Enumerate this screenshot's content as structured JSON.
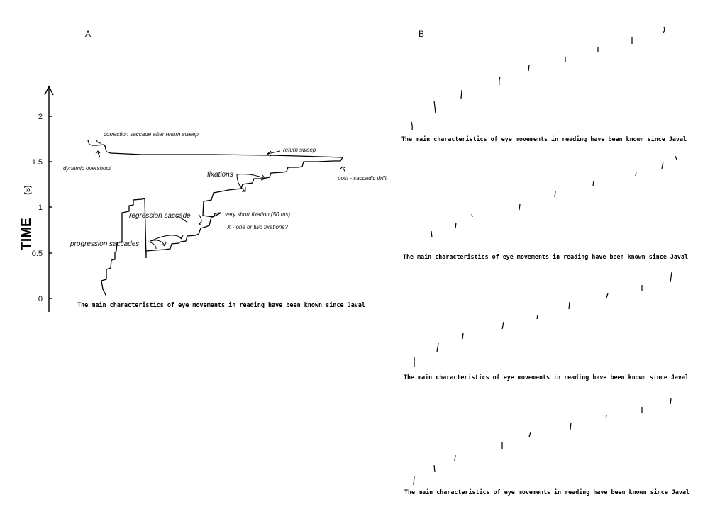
{
  "panel_a": {
    "label": "A",
    "axis_title": "TIME",
    "axis_unit": "(s)",
    "ticks": [
      "0",
      "0.5",
      "1",
      "1.5",
      "2"
    ],
    "sentence": "The main characteristics of eye movements in reading have been known since Javal",
    "annotations": {
      "correction_saccade": "correction saccade after return sweep",
      "dynamic_overshoot": "dynamic overshoot",
      "return_sweep": "return sweep",
      "post_saccadic_drift": "post - saccadic drift",
      "fixations": "fixations",
      "regression_saccade": "regression saccade",
      "short_fixation": "very short fixation (50 ms)",
      "one_or_two": "X  -  one or two fixations?",
      "progression_saccades": "progression saccades"
    }
  },
  "panel_b": {
    "label": "B",
    "sentences": [
      "The main characteristics of eye movements in reading have been known since Javal",
      "The main characteristics of eye movements in reading have been known since Javal",
      "The main characteristics of eye movements in reading have been known since Javal",
      "The main characteristics of eye movements in reading have been known since Javal"
    ]
  }
}
